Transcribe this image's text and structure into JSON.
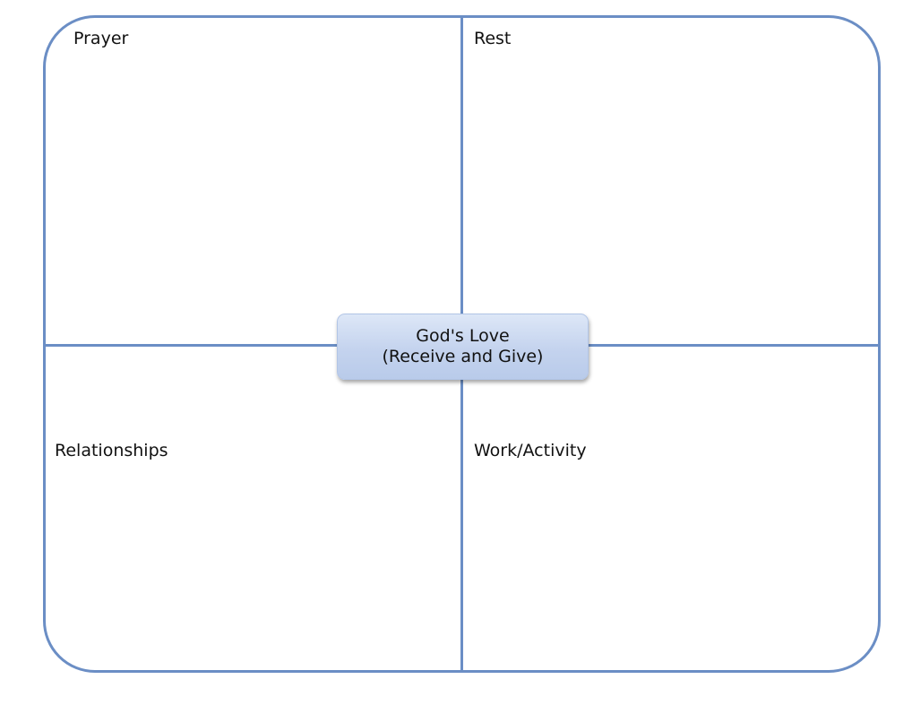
{
  "diagram": {
    "quadrants": {
      "top_left": "Prayer",
      "top_right": "Rest",
      "bottom_left": "Relationships",
      "bottom_right": "Work/Activity"
    },
    "center": {
      "line1": "God's Love",
      "line2": "(Receive and Give)"
    },
    "colors": {
      "frame": "#6b8ec5",
      "center_fill": "#c4d3ee",
      "text": "#111111"
    }
  }
}
